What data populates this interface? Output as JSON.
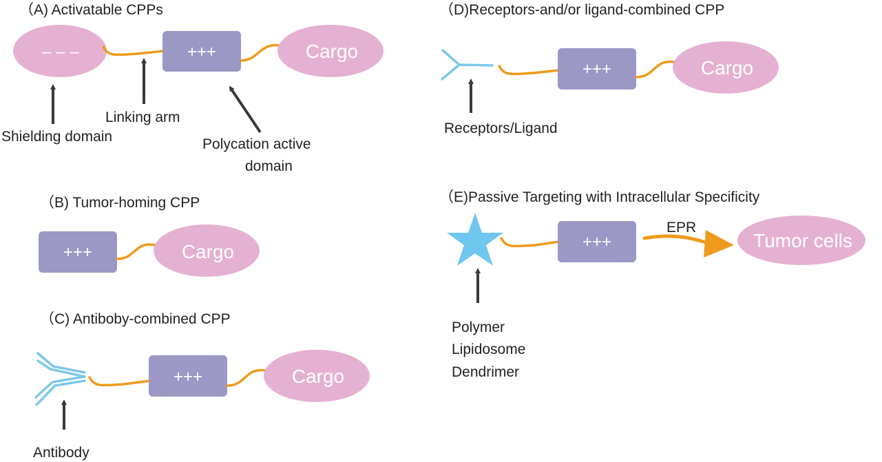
{
  "colors": {
    "polycation_box": "#9b98c6",
    "cargo": "#e5b1d2",
    "linker": "#ee9a1c",
    "antibody": "#7dc8e9",
    "star": "#6fc6ee",
    "arrow": "#3a3a3a",
    "text": "#231f20"
  },
  "panels": {
    "a": {
      "title": "（A) Activatable CPPs",
      "shield_text": "– – –",
      "box_text": "+++",
      "cargo_text": "Cargo",
      "label_shielding": "Shielding domain",
      "label_linking": "Linking arm",
      "label_polycation_1": "Polycation active",
      "label_polycation_2": "domain"
    },
    "b": {
      "title": "（B) Tumor-homing CPP",
      "box_text": "+++",
      "cargo_text": "Cargo"
    },
    "c": {
      "title": "（C) Antiboby-combined CPP",
      "box_text": "+++",
      "cargo_text": "Cargo",
      "label_antibody": "Antibody"
    },
    "d": {
      "title": "（D)Receptors-and/or  ligand-combined CPP",
      "box_text": "+++",
      "cargo_text": "Cargo",
      "label_receptors": "Receptors/Ligand"
    },
    "e": {
      "title": "（E)Passive Targeting with Intracellular Specificity",
      "box_text": "+++",
      "epr_text": "EPR",
      "tumor_text": "Tumor cells",
      "label_polymer": "Polymer",
      "label_lipidosome": "Lipidosome",
      "label_dendrimer": "Dendrimer"
    }
  }
}
